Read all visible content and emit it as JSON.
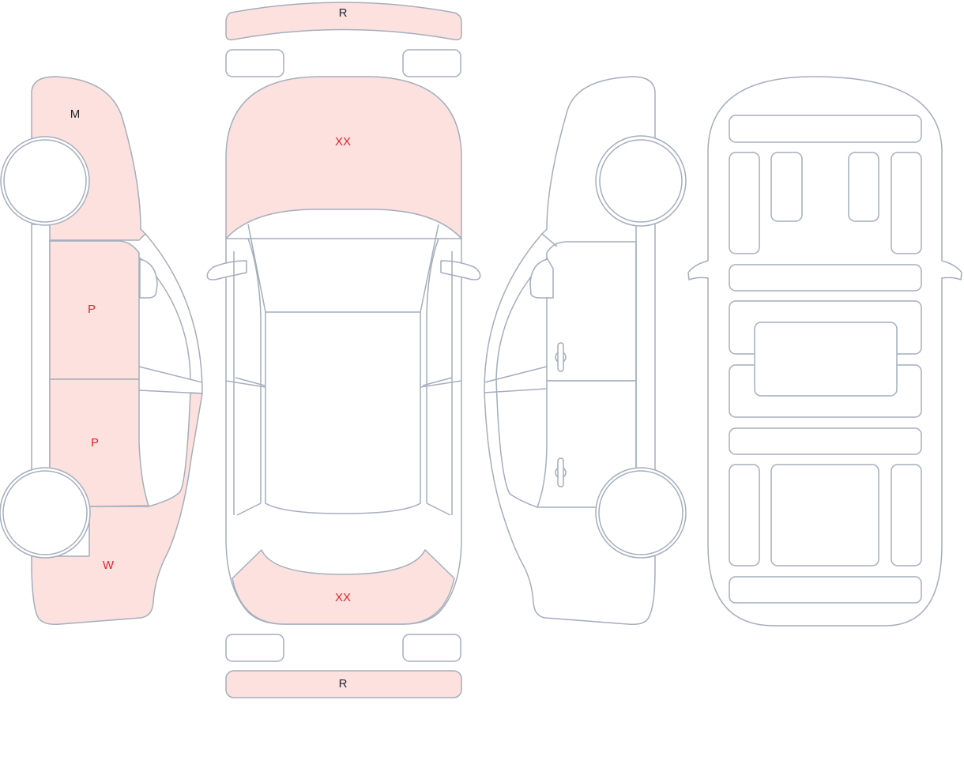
{
  "colors": {
    "outline": "#a4aebd",
    "damaged_fill": "#fde1de",
    "intact_fill": "#ffffff",
    "severe_text": "#e4222c",
    "normal_text": "#1f2535"
  },
  "panels": {
    "rear_bumper_top": {
      "label": "R",
      "severity": "normal",
      "damaged": true
    },
    "hood": {
      "label": "XX",
      "severity": "severe",
      "damaged": true
    },
    "trunk": {
      "label": "XX",
      "severity": "severe",
      "damaged": true
    },
    "front_bumper_bottom": {
      "label": "R",
      "severity": "normal",
      "damaged": true
    },
    "left_front_fender": {
      "label": "M",
      "severity": "normal",
      "damaged": true
    },
    "left_front_door": {
      "label": "P",
      "severity": "severe",
      "damaged": true
    },
    "left_rear_door": {
      "label": "P",
      "severity": "severe",
      "damaged": true
    },
    "left_rear_quarter": {
      "label": "W",
      "severity": "severe",
      "damaged": true
    }
  }
}
